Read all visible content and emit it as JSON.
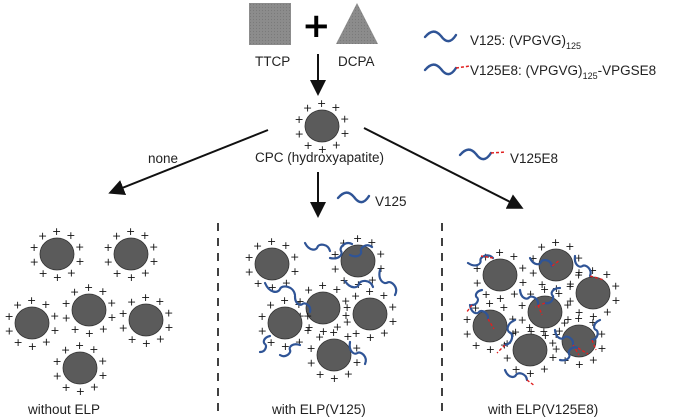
{
  "reactants": {
    "ttcp_label": "TTCP",
    "dcpa_label": "DCPA",
    "plus_symbol": "+"
  },
  "product": {
    "label": "CPC (hydroxyapatite)",
    "charge_symbol": "+"
  },
  "legend": {
    "v125_name": "V125: (VPGVG)",
    "v125_sub": "125",
    "v125e8_name": "V125E8: (VPGVG)",
    "v125e8_sub": "125",
    "v125e8_tail": "-VPGSE8"
  },
  "branches": {
    "left_arrow_label": "none",
    "middle_arrow_label": "V125",
    "right_arrow_label": "V125E8"
  },
  "panels": {
    "left_caption": "without ELP",
    "middle_caption": "with ELP(V125)",
    "right_caption": "with ELP(V125E8)"
  },
  "colors": {
    "particle": "#5b5b5b",
    "elp_strand": "#2f5496",
    "e8_tail": "#e02020",
    "shape_fill": "#8a8a8a",
    "text": "#222222"
  }
}
